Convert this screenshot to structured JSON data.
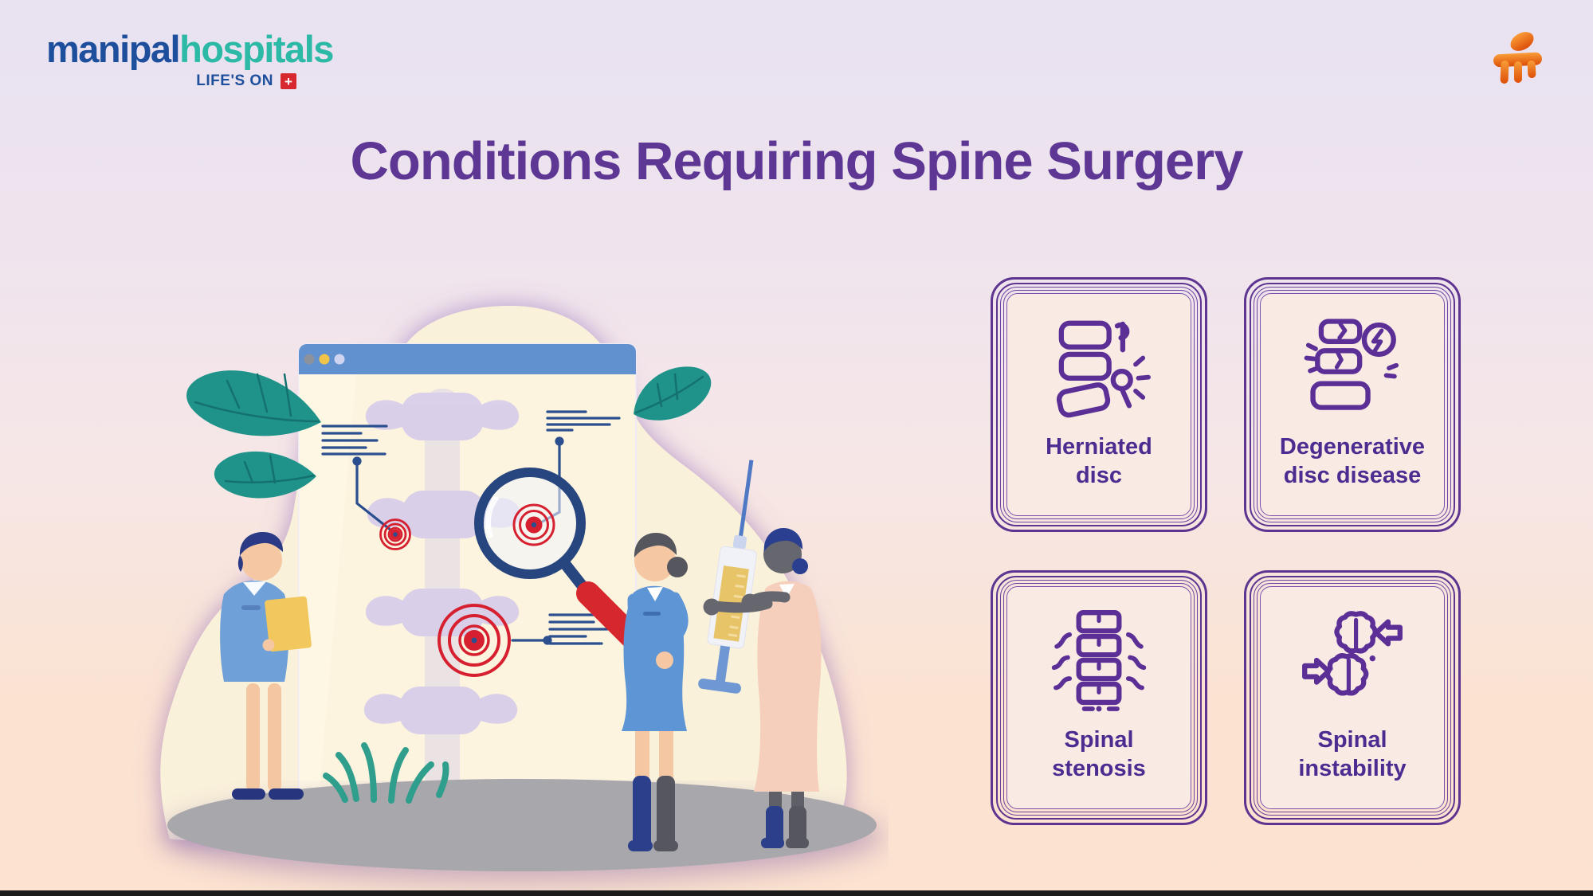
{
  "brand": {
    "logo_part1": "manipal",
    "logo_part2": "hospitals",
    "tagline": "LIFE'S ON",
    "tagline_cross": "+",
    "symbol_icon": "manipal-orange-figure-icon",
    "colors": {
      "logo_blue": "#1D4F9C",
      "logo_teal": "#2CB9A6",
      "cross_red": "#D7282F",
      "symbol_orange": "#EE6A13"
    }
  },
  "title": {
    "text": "Conditions Requiring Spine Surgery",
    "color": "#5E3794"
  },
  "cards": [
    {
      "icon": "herniated-disc-icon",
      "line1": "Herniated",
      "line2": "disc"
    },
    {
      "icon": "degenerative-disc-disease-icon",
      "line1": "Degenerative",
      "line2": "disc disease"
    },
    {
      "icon": "spinal-stenosis-icon",
      "line1": "Spinal",
      "line2": "stenosis"
    },
    {
      "icon": "spinal-instability-icon",
      "line1": "Spinal",
      "line2": "instability"
    }
  ],
  "card_style": {
    "border_color": "#5D3590",
    "label_color": "#4C2C90",
    "background": "#F9EBE4"
  },
  "illustration": {
    "icons": [
      "spine-xray-browser-window",
      "window-control-dots",
      "spine-vertebrae-graphic",
      "pain-target-markers",
      "annotation-text-lines",
      "magnifying-glass-icon",
      "syringe-icon",
      "doctor-with-clipboard-figure",
      "doctor-with-magnifier-figure",
      "nurse-with-syringe-figure",
      "leaf-decoration-icons",
      "grass-icon",
      "ground-shadow"
    ],
    "colors": {
      "blob_cream": "#FAF1DA",
      "glow_purple": "#8A63B5",
      "window_header_blue": "#6191CF",
      "window_body": "#FCF4DE",
      "spine_lavender": "#D8CEEA",
      "annotation_navy": "#2B4F8E",
      "target_red": "#D6202F",
      "magnifier_rim_navy": "#27457E",
      "handle_red": "#D7272E",
      "leaf_teal": "#1F9389",
      "ground_gray": "#A8A7AC",
      "clipboard_yellow": "#F2C75D",
      "syringe_yellow": "#E7C468",
      "clothing_blue": "#5E95D4",
      "coat_pink": "#F5CFBB"
    }
  },
  "background": {
    "top": "#E8E2F1",
    "middle": "#F6E6E6",
    "bottom": "#FCE2CF",
    "footer_bar": "#1B1B1C"
  }
}
